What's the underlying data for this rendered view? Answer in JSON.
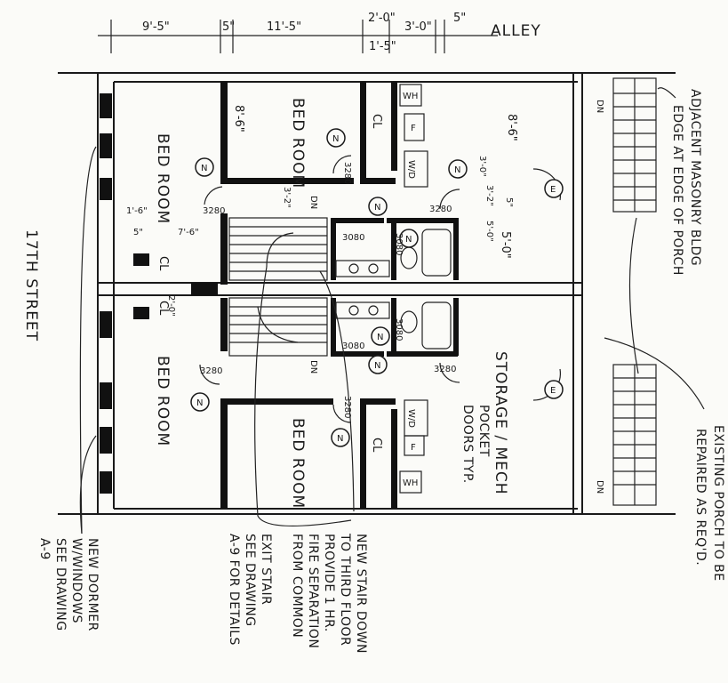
{
  "top_dims": [
    "9'-5\"",
    "5\"",
    "11'-5\"",
    "2'-0\"",
    "3'-0\"",
    "5\"",
    "1'-5\""
  ],
  "alley": "ALLEY",
  "street": "17TH STREET",
  "rooms": {
    "bedroom_tl": "BED ROOM",
    "bedroom_bl": "BED ROOM",
    "bedroom_t": "BED ROOM",
    "bedroom_b": "BED ROOM",
    "storage": "STORAGE / MECH",
    "cl": "CL"
  },
  "tags": {
    "n": "N",
    "e": "E",
    "wh": "WH",
    "f": "F",
    "wd": "W/D",
    "dn": "DN",
    "door_3280": "3280",
    "door_3080": "3080"
  },
  "inner_dims": {
    "d86": "8'-6\"",
    "d86b": "8'-6\"",
    "d30": "3'-0\"",
    "d32": "3'-2\"",
    "d5": "5\"",
    "d50": "5'-0\"",
    "d16": "1'-6\"",
    "d76": "7'-6\"",
    "d5b": "5\"",
    "d32b": "3'-2\"",
    "d20": "2'-0\""
  },
  "notes": {
    "adjacent": [
      "ADJACENT MASONRY BLDG",
      "EDGE AT EDGE OF PORCH"
    ],
    "porch": [
      "EXISTING PORCH TO BE",
      "REPAIRED AS REQ'D."
    ],
    "dormer": [
      "NEW DORMER",
      "W/WINDOWS",
      "SEE DRAWING",
      "A-9"
    ],
    "stair": [
      "NEW STAIR DOWN",
      "TO THIRD FLOOR",
      "PROVIDE 1 HR.",
      "FIRE SEPARATION",
      "FROM COMMON",
      "EXIT STAIR",
      "SEE DRAWING",
      "A-9 FOR DETAILS"
    ],
    "pocket": [
      "POCKET",
      "DOORS TYP."
    ]
  }
}
